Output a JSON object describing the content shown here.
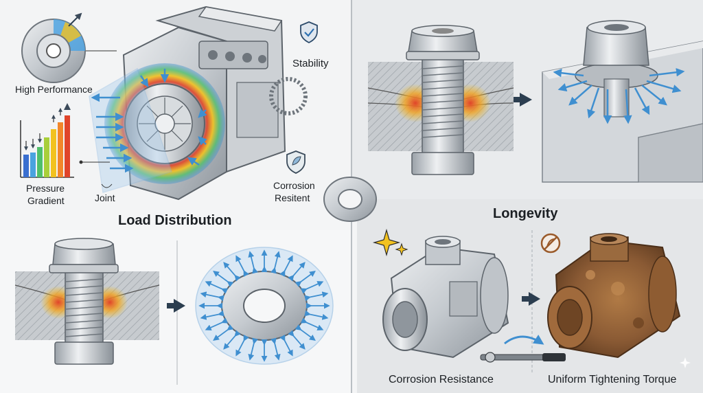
{
  "labels": {
    "high_performance": "High Performance",
    "stability": "Stability",
    "pressure_gradient_line1": "Pressure",
    "pressure_gradient_line2": "Gradient",
    "joint": "Joint",
    "corrosion_resistent_line1": "Corrosion",
    "corrosion_resistent_line2": "Resitent",
    "load_distribution": "Load Distribution",
    "longevity": "Longevity",
    "corrosion_resistance": "Corrosion Resistance",
    "uniform_tightening_torque": "Uniform Tightening Torque"
  },
  "colors": {
    "steel": "#c9cdd1",
    "steel_dark": "#7d848b",
    "arrow_blue": "#3f8fd0",
    "heat_red": "#e0442a",
    "heat_yellow": "#f2c21f",
    "rust": "#8a5a34",
    "navy_arrow": "#2c3e50"
  },
  "icons": {
    "stability": "shield-check-icon",
    "corrosion": "shield-leaf-icon",
    "sparkle": "sparkle-icon",
    "no_rust": "no-rust-icon",
    "torque": "torque-wrench-icon"
  }
}
